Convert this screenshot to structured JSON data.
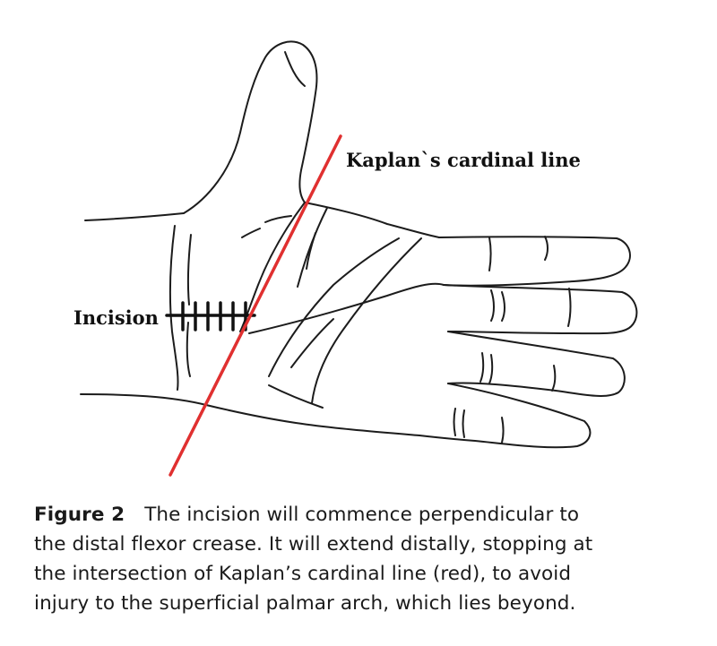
{
  "figure": {
    "labels": {
      "kaplan": "Kaplan`s cardinal line",
      "incision": "Incision"
    },
    "colors": {
      "cardinal_line": "#e03030",
      "drawing": "#1c1c1c"
    }
  },
  "caption": {
    "number": "Figure 2",
    "lines": [
      "The incision will commence perpendicular to",
      "the distal flexor crease. It will extend distally, stopping at",
      "the intersection of Kaplan’s cardinal line (red), to avoid",
      "injury to the superficial palmar arch, which lies beyond."
    ]
  }
}
